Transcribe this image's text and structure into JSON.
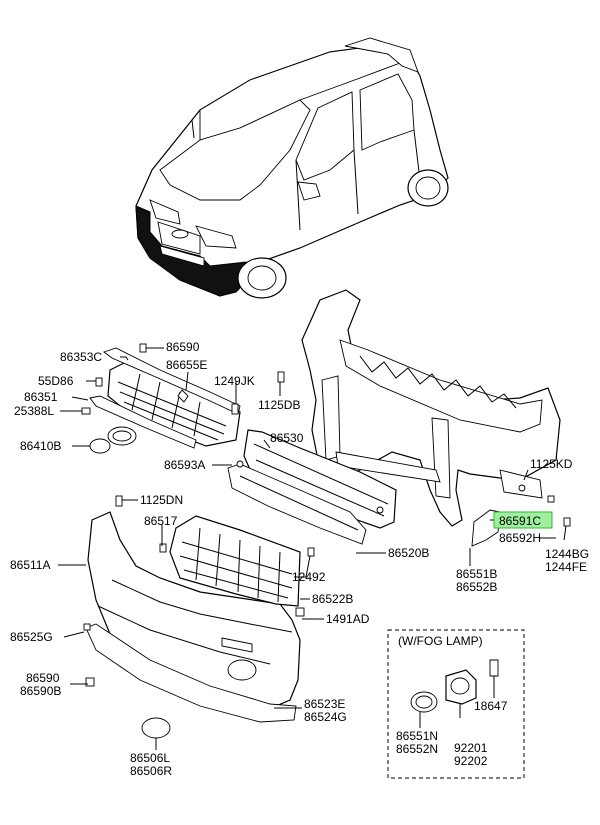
{
  "diagram": {
    "highlight_color": "#9df09d",
    "labels": {
      "p86353C": "86353C",
      "p86590a": "86590",
      "p86655E": "86655E",
      "p55D86": "55D86",
      "p86351": "86351",
      "p25388L": "25388L",
      "p1249JK": "1249JK",
      "p1125DB": "1125DB",
      "p86410B": "86410B",
      "p86530": "86530",
      "p86593A": "86593A",
      "p1125KD": "1125KD",
      "p1125DN": "1125DN",
      "p86591C": "86591C",
      "p86592H": "86592H",
      "p1244BG": "1244BG",
      "p1244FE": "1244FE",
      "p86517": "86517",
      "p86520B": "86520B",
      "p86551B": "86551B",
      "p86552B": "86552B",
      "p86511A": "86511A",
      "p12492": "12492",
      "p86522B": "86522B",
      "p1491AD": "1491AD",
      "p86525G": "86525G",
      "p86590b": "86590",
      "p86590B": "86590B",
      "p86523E": "86523E",
      "p86524G": "86524G",
      "p86506L": "86506L",
      "p86506R": "86506R",
      "fog_title": "(W/FOG LAMP)",
      "p86551N": "86551N",
      "p86552N": "86552N",
      "p18647": "18647",
      "p92201": "92201",
      "p92202": "92202"
    }
  }
}
